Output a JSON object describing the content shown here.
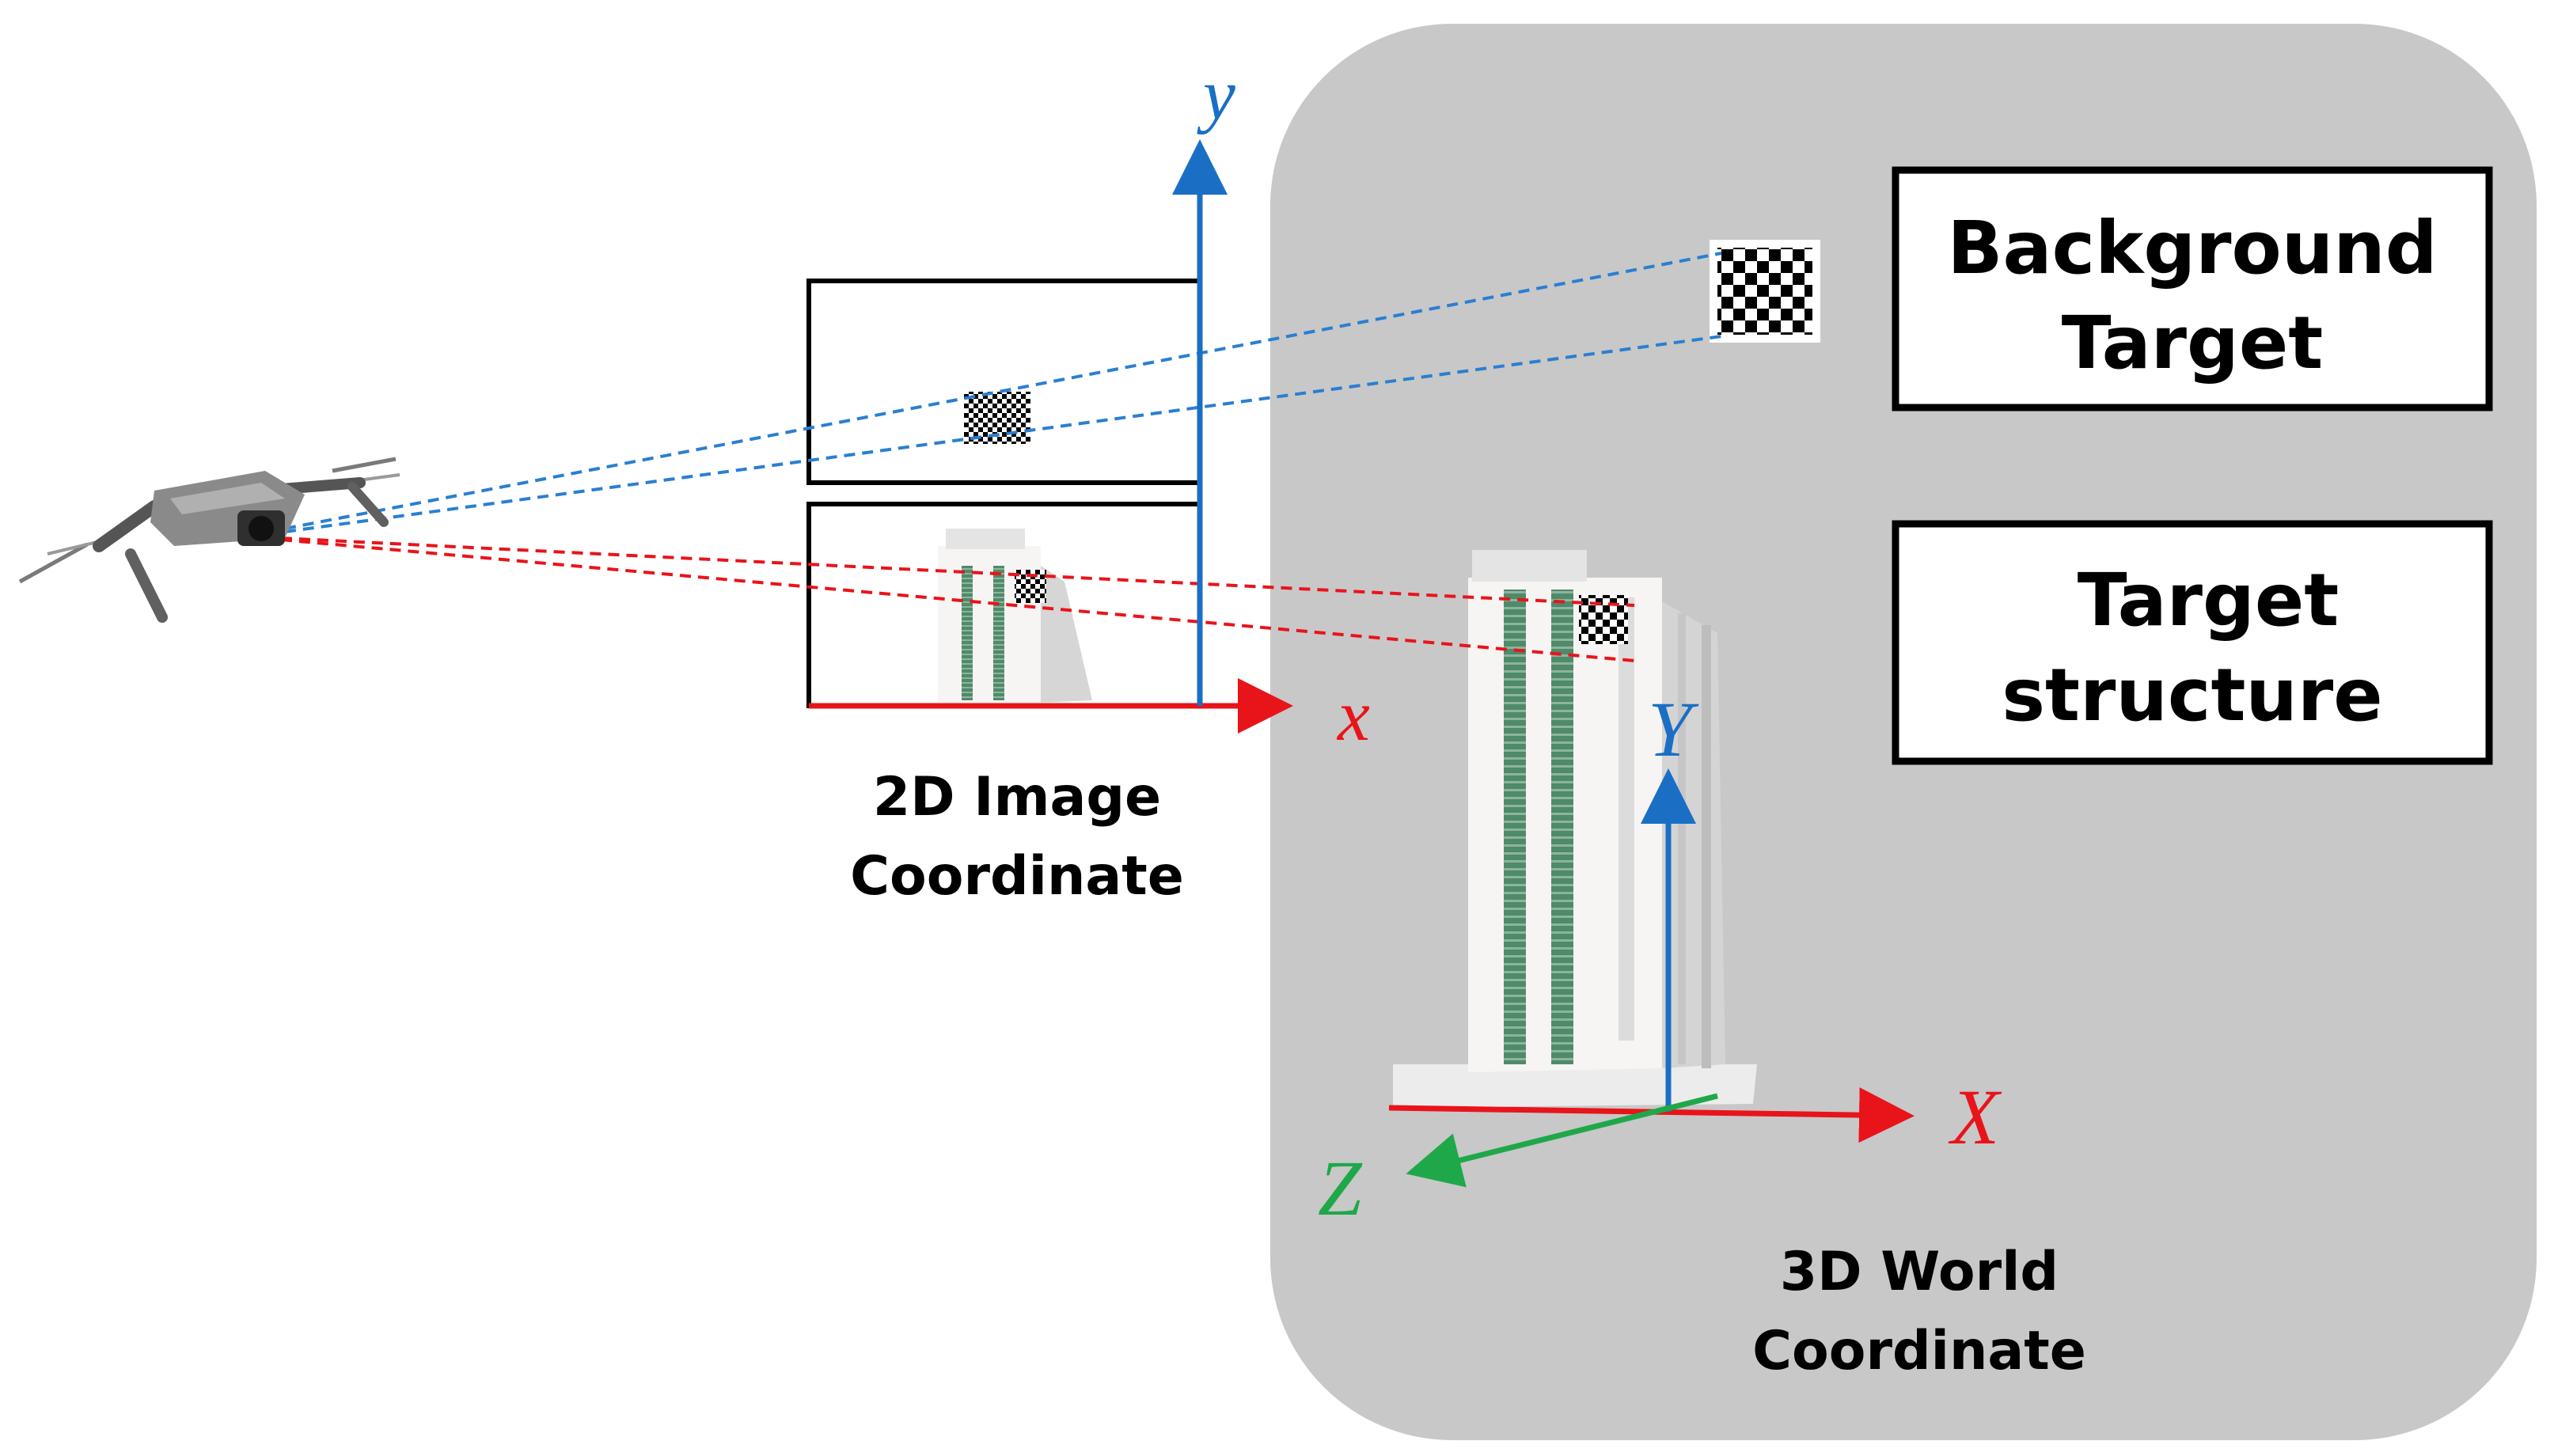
{
  "labels": {
    "image_coordinate": [
      "2D Image",
      "Coordinate"
    ],
    "world_coordinate": [
      "3D World",
      "Coordinate"
    ],
    "background_target": [
      "Background",
      "Target"
    ],
    "target_structure": [
      "Target",
      "structure"
    ]
  },
  "axes": {
    "image_x": "x",
    "image_y": "y",
    "world_x": "X",
    "world_y": "Y",
    "world_z": "Z"
  },
  "colors": {
    "world_panel": "#c8c8c8",
    "x_axis": "#e8141a",
    "y_axis": "#1a6fc4",
    "z_axis": "#1fa84a",
    "target_ray": "#2a7fd0",
    "structure_ray": "#e8141a",
    "box_border": "#000000"
  }
}
